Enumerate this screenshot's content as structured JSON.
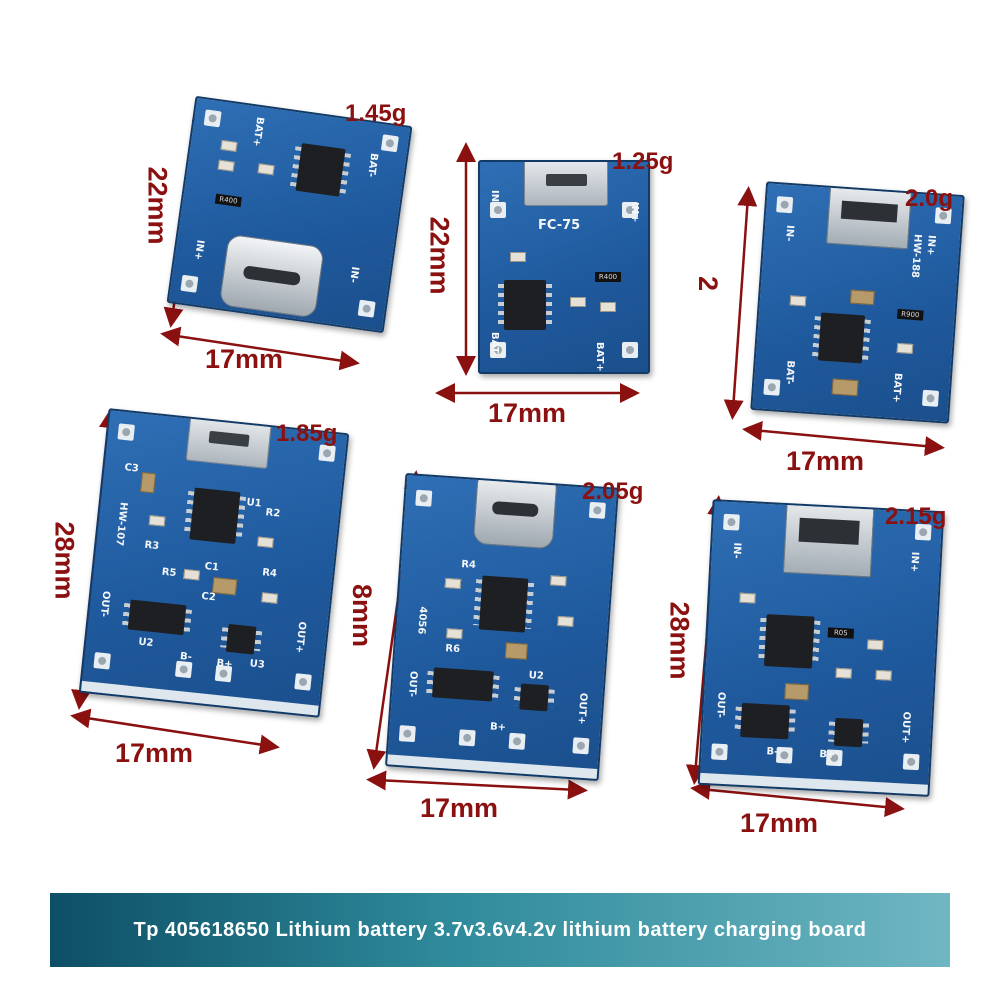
{
  "modules": [
    {
      "weight": "1.45g",
      "height_label": "22mm",
      "width_label": "17mm",
      "connector": "usb-c-icon",
      "silk": [
        "BAT+",
        "BAT-",
        "IN+",
        "IN-",
        "R400"
      ]
    },
    {
      "weight": "1.25g",
      "height_label": "22mm",
      "width_label": "17mm",
      "connector": "micro-usb-icon",
      "silk": [
        "IN-",
        "IN+",
        "FC-75",
        "R400",
        "BAT-",
        "BAT+"
      ]
    },
    {
      "weight": "2.0g",
      "height_label": "2",
      "width_label": "17mm",
      "connector": "mini-usb-icon",
      "silk": [
        "IN-",
        "IN+",
        "HW-188",
        "R900",
        "BAT-",
        "BAT+"
      ]
    },
    {
      "weight": "1.85g",
      "height_label": "28mm",
      "width_label": "17mm",
      "connector": "micro-usb-icon",
      "silk": [
        "C3",
        "U1",
        "R2",
        "HW-107",
        "R3",
        "R5",
        "C1",
        "C2",
        "R4",
        "OUT-",
        "OUT+",
        "U2",
        "B-",
        "B+",
        "U3"
      ]
    },
    {
      "weight": "2.05g",
      "height_label": "8mm",
      "width_label": "17mm",
      "connector": "usb-c-icon",
      "silk": [
        "R4",
        "4056",
        "R6",
        "OUT-",
        "U2",
        "OUT+",
        "B+"
      ]
    },
    {
      "weight": "2.15g",
      "height_label": "28mm",
      "width_label": "17mm",
      "connector": "mini-usb-icon",
      "silk": [
        "IN-",
        "IN+",
        "OUT-",
        "OUT+",
        "B-",
        "B+"
      ]
    }
  ],
  "banner": {
    "text": "Tp 405618650 Lithium battery 3.7v3.6v4.2v lithium battery charging board"
  },
  "colors": {
    "pcb": "#1f5a9e",
    "annotation": "#8b1010",
    "banner_start": "#0d4f66",
    "banner_end": "#6fb6c2"
  }
}
